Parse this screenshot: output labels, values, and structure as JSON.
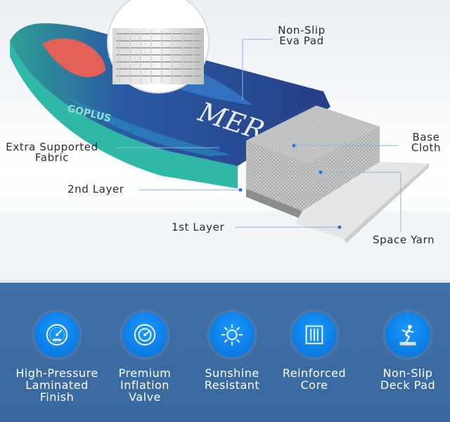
{
  "callouts": {
    "non_slip_line1": "Non-Slip",
    "non_slip_line2": "Eva Pad",
    "base_line1": "Base",
    "base_line2": "Cloth",
    "extra_line1": "Extra Supported",
    "extra_line2": "Fabric",
    "second_layer": "2nd Layer",
    "first_layer": "1st Layer",
    "space_yarn": "Space Yarn"
  },
  "board": {
    "brand": "GOPLUS",
    "script_text": "MER"
  },
  "colors": {
    "band": "#3f6fa6",
    "icon_circle": "#0d7fe6",
    "board_teal": "#2fb8a8",
    "board_blue": "#2b4c9a"
  },
  "features": [
    {
      "icon": "gauge-icon",
      "line1": "High-Pressure",
      "line2": "Laminated Finish"
    },
    {
      "icon": "valve-icon",
      "line1": "Premium",
      "line2": "Inflation Valve"
    },
    {
      "icon": "sun-icon",
      "line1": "Sunshine",
      "line2": "Resistant"
    },
    {
      "icon": "pillar-icon",
      "line1": "Reinforced",
      "line2": "Core"
    },
    {
      "icon": "surfer-icon",
      "line1": "Non-Slip",
      "line2": "Deck Pad"
    }
  ]
}
